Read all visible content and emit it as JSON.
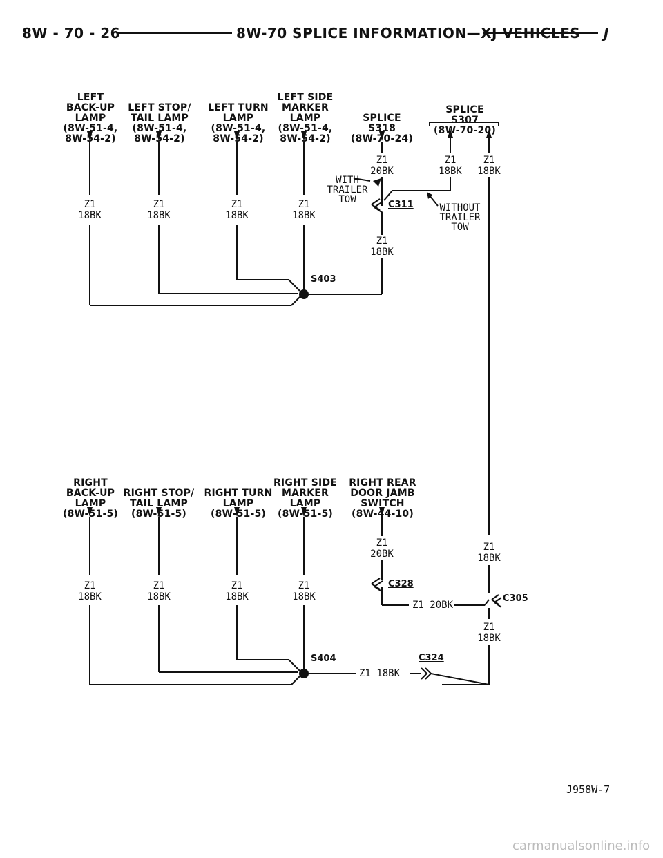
{
  "header": {
    "page_ref": "8W - 70 - 26",
    "title": "8W-70 SPLICE INFORMATION—XJ VEHICLES",
    "brand_mark": "J"
  },
  "upper": {
    "components": [
      {
        "lines": [
          "LEFT",
          "BACK-UP",
          "LAMP",
          "(8W-51-4,",
          "8W-54-2)"
        ]
      },
      {
        "lines": [
          "LEFT STOP/",
          "TAIL LAMP",
          "(8W-51-4,",
          "8W-54-2)"
        ]
      },
      {
        "lines": [
          "LEFT TURN",
          "LAMP",
          "(8W-51-4,",
          "8W-54-2)"
        ]
      },
      {
        "lines": [
          "LEFT SIDE",
          "MARKER",
          "LAMP",
          "(8W-51-4,",
          "8W-54-2)"
        ]
      },
      {
        "lines": [
          "SPLICE",
          "S318",
          "(8W-70-24)"
        ]
      },
      {
        "lines": [
          "SPLICE",
          "S307",
          "(8W-70-20)"
        ]
      }
    ],
    "wire_labels": {
      "s318_wire": [
        "Z1",
        "20BK"
      ],
      "s307_left_wire": [
        "Z1",
        "18BK"
      ],
      "s307_right_wire": [
        "Z1",
        "18BK"
      ],
      "lamp1_wire": [
        "Z1",
        "18BK"
      ],
      "lamp2_wire": [
        "Z1",
        "18BK"
      ],
      "lamp3_wire": [
        "Z1",
        "18BK"
      ],
      "lamp4_wire": [
        "Z1",
        "18BK"
      ],
      "s318_lower_wire": [
        "Z1",
        "18BK"
      ]
    },
    "notes": {
      "with_trailer": [
        "WITH",
        "TRAILER",
        "TOW"
      ],
      "without_trailer": [
        "WITHOUT",
        "TRAILER",
        "TOW"
      ]
    },
    "connector": "C311",
    "splice": "S403"
  },
  "lower": {
    "components": [
      {
        "lines": [
          "RIGHT",
          "BACK-UP",
          "LAMP",
          "(8W-51-5)"
        ]
      },
      {
        "lines": [
          "RIGHT STOP/",
          "TAIL LAMP",
          "(8W-51-5)"
        ]
      },
      {
        "lines": [
          "RIGHT TURN",
          "LAMP",
          "(8W-51-5)"
        ]
      },
      {
        "lines": [
          "RIGHT SIDE",
          "MARKER",
          "LAMP",
          "(8W-51-5)"
        ]
      },
      {
        "lines": [
          "RIGHT REAR",
          "DOOR JAMB",
          "SWITCH",
          "(8W-44-10)"
        ]
      }
    ],
    "wire_labels": {
      "switch_wire": [
        "Z1",
        "20BK"
      ],
      "right_vertical_upper": [
        "Z1",
        "18BK"
      ],
      "lamp1_wire": [
        "Z1",
        "18BK"
      ],
      "lamp2_wire": [
        "Z1",
        "18BK"
      ],
      "lamp3_wire": [
        "Z1",
        "18BK"
      ],
      "lamp4_wire": [
        "Z1",
        "18BK"
      ],
      "c328_to_c305": "Z1 20BK",
      "right_vertical_lower": [
        "Z1",
        "18BK"
      ],
      "bottom_run": "Z1 18BK"
    },
    "connectors": {
      "c328": "C328",
      "c305": "C305",
      "c324": "C324"
    },
    "splice": "S404"
  },
  "footer": {
    "figure_id": "J958W-7"
  },
  "watermark": "carmanualsonline.info"
}
